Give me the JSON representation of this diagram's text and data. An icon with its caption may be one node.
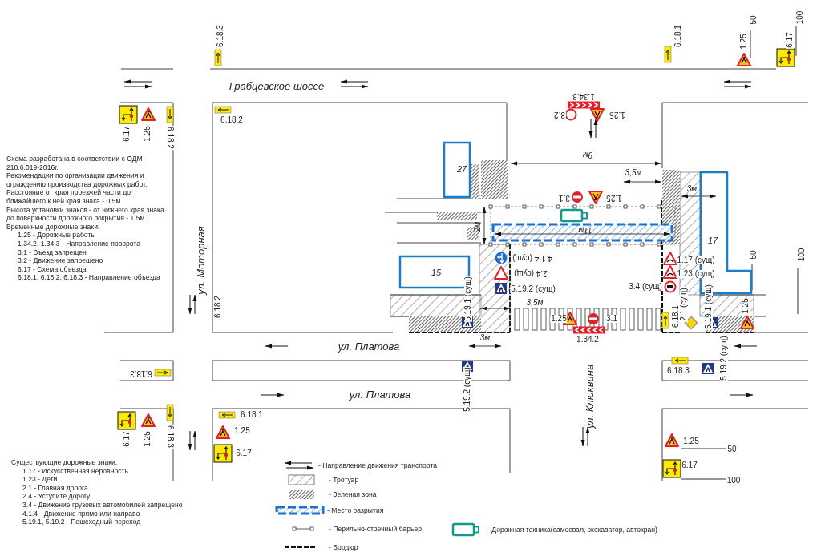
{
  "diagram": {
    "nodes": [
      {
        "text": [
          "27"
        ]
      },
      {
        "text": [
          "15"
        ]
      },
      {
        "text": [
          "17"
        ]
      }
    ],
    "labels": [
      "6.18.3",
      "6.18.1",
      "50",
      "1.25",
      "100",
      "6.17",
      "Грабцевское шоссе",
      "1.34.3",
      "1.25",
      "3.2",
      "6.18.2",
      "6.17",
      "1.25",
      "6.18.2",
      "9м",
      "3,5м",
      "3м",
      "3.1",
      "1.25",
      "2м",
      "11м",
      "50",
      "100",
      "4.1.4 (сущ)",
      "2.4 (сущ)",
      "1.17 (сущ)",
      "1.23 (сущ)",
      "ул. Моторная",
      "3.4 (сущ)",
      "5.19.2 (сущ)",
      "5.19.1 (сущ)",
      "2.1 (сущ)",
      "5.19.1 (сущ)",
      "1.25",
      "3,5м",
      "6.18.2",
      "1.25",
      "3.1",
      "6.18.1",
      "1.34.2",
      "3м",
      "ул. Платова",
      "6.18.3",
      "6.18.3",
      "5.19.2 (сущ)",
      "5.19.2 (сущ)",
      "ул. Клюквина",
      "ул. Платова",
      "6.18.1",
      "6.17",
      "1.25",
      "6.18.3",
      "1.25",
      "6.17",
      "1.25",
      "50",
      "6.17",
      "100",
      "Схема разработана в соответствии с ОДМ 218.6.019-2016г.",
      "Рекомендации по организации движения и ограждению производства дорожных работ.",
      "Расстояние от края проезжей части до ближайшего к ней края знака - 0,5м.",
      "Высота установки знаков - от нижнего края знака до поверхности дорожного покрытия - 1,5м.",
      "Временные дорожные знаки:",
      "1.25 - Дорожные работы",
      "1.34.2, 1.34.3 - Направление поворота",
      "3.1 - Въезд запрещен",
      "3.2 - Движение запрещено",
      "6.17 - Схема объезда",
      "6.18.1, 6.18.2, 6.18.3 - Направление объезда",
      "Существующие дорожные знаки:",
      "1.17 - Искусственная неровность",
      "1.23 - Дети",
      "2.1 - Главная дорога",
      "2.4 - Уступите дорогу",
      "3.4 - Движение грузовых автомобилей запрещено",
      "4.1.4 - Движение прямо или направо",
      "5.19.1, 5.19.2 - Пешеходный переход"
    ],
    "legend": [
      {
        "text": "- Направление движения транспорта"
      },
      {
        "text": "- Тротуар"
      },
      {
        "text": "- Зеленая зона"
      },
      {
        "text": "- Место разрытия"
      },
      {
        "text": "- Перильно-стоечный барьер"
      },
      {
        "text": "- Дорожная техника(самосвал, экскаватор, автокран)"
      },
      {
        "text": "- Бордюр"
      }
    ]
  }
}
